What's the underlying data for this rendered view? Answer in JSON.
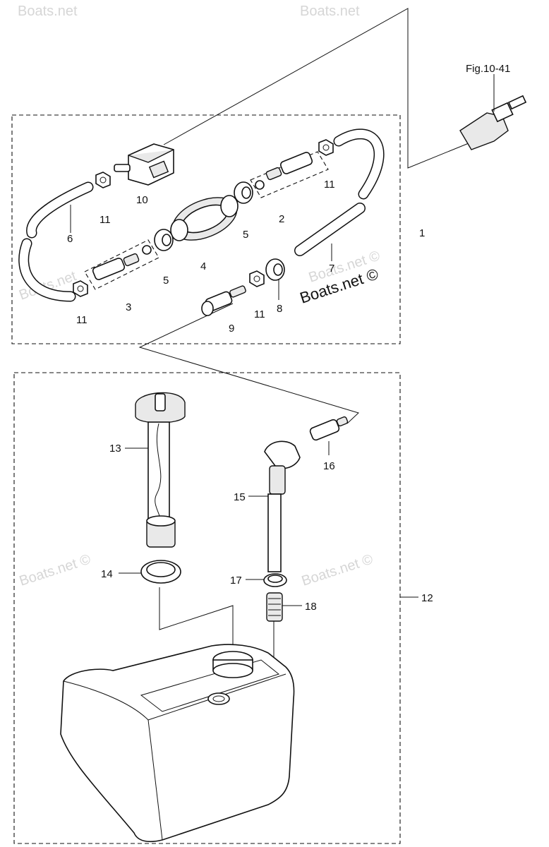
{
  "figure_ref": "Fig.10-41",
  "watermarks": {
    "main": "Boats.net ©",
    "faint": [
      "Boats.net",
      "Boats.net",
      "Boats.net",
      "Boats.net ©",
      "Boats.net ©",
      "Boats.net ©"
    ]
  },
  "callouts": {
    "c1": "1",
    "c2": "2",
    "c3": "3",
    "c4": "4",
    "c5a": "5",
    "c5b": "5",
    "c6": "6",
    "c7": "7",
    "c8": "8",
    "c9": "9",
    "c10": "10",
    "c11a": "11",
    "c11b": "11",
    "c11c": "11",
    "c11d": "11",
    "c12": "12",
    "c13": "13",
    "c14": "14",
    "c15": "15",
    "c16": "16",
    "c17": "17",
    "c18": "18"
  }
}
